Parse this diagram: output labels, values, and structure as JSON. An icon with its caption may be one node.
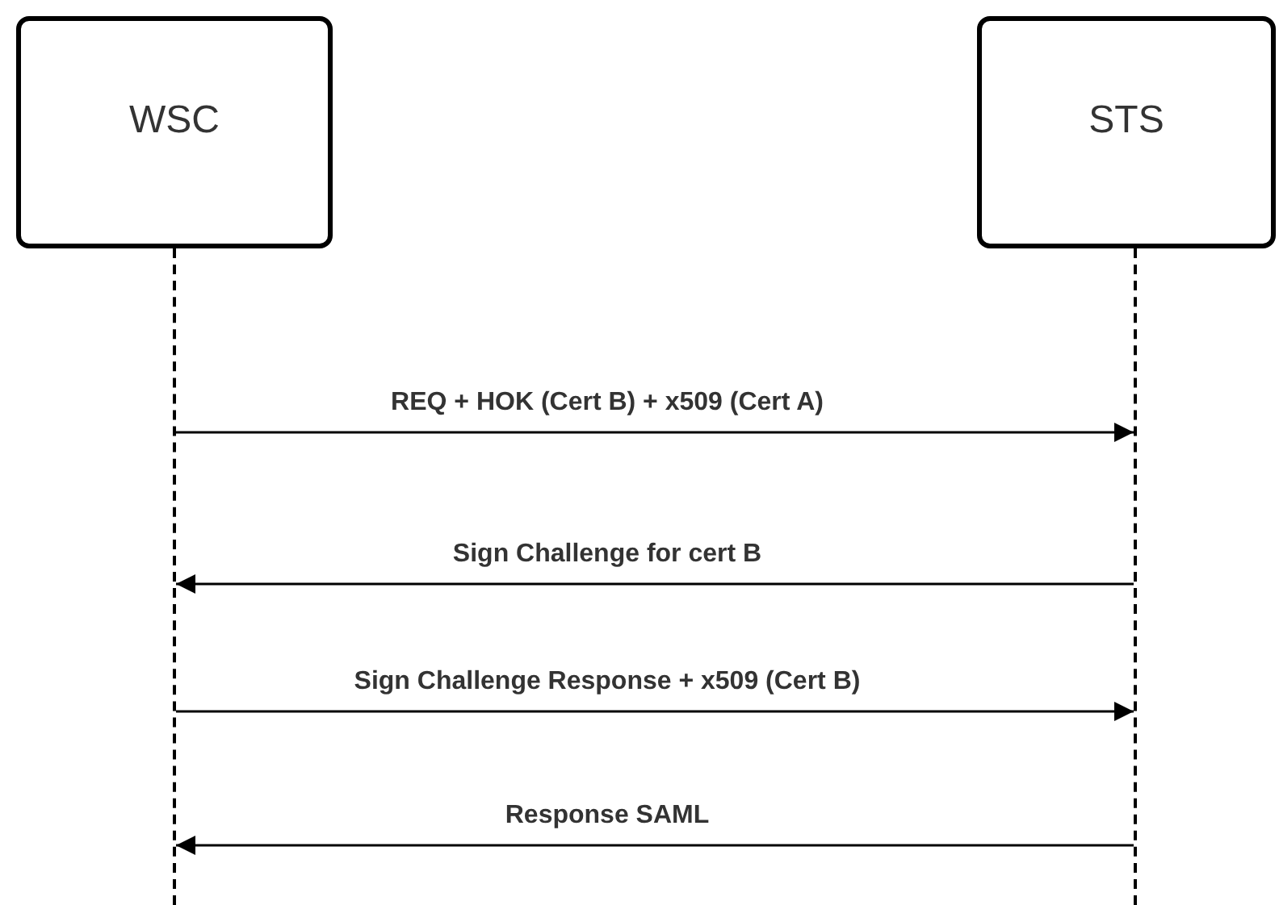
{
  "diagram": {
    "nodes": [
      {
        "text": [
          "WSC"
        ]
      },
      {
        "text": [
          "STS"
        ]
      },
      {
        "text": [],
        "shape": "line"
      },
      {
        "text": [],
        "shape": "line"
      }
    ],
    "edges": [
      {
        "from": 2,
        "to": 3,
        "arrow": "to",
        "label": "REQ + HOK (Cert B) + x509 (Cert A)"
      },
      {
        "from": 3,
        "to": 2,
        "arrow": "to",
        "label": "Sign Challenge for cert B"
      },
      {
        "from": 2,
        "to": 3,
        "arrow": "to",
        "label": "Sign Challenge Response + x509 (Cert B)"
      },
      {
        "from": 3,
        "to": 2,
        "arrow": "to",
        "label": "Response SAML"
      }
    ]
  }
}
